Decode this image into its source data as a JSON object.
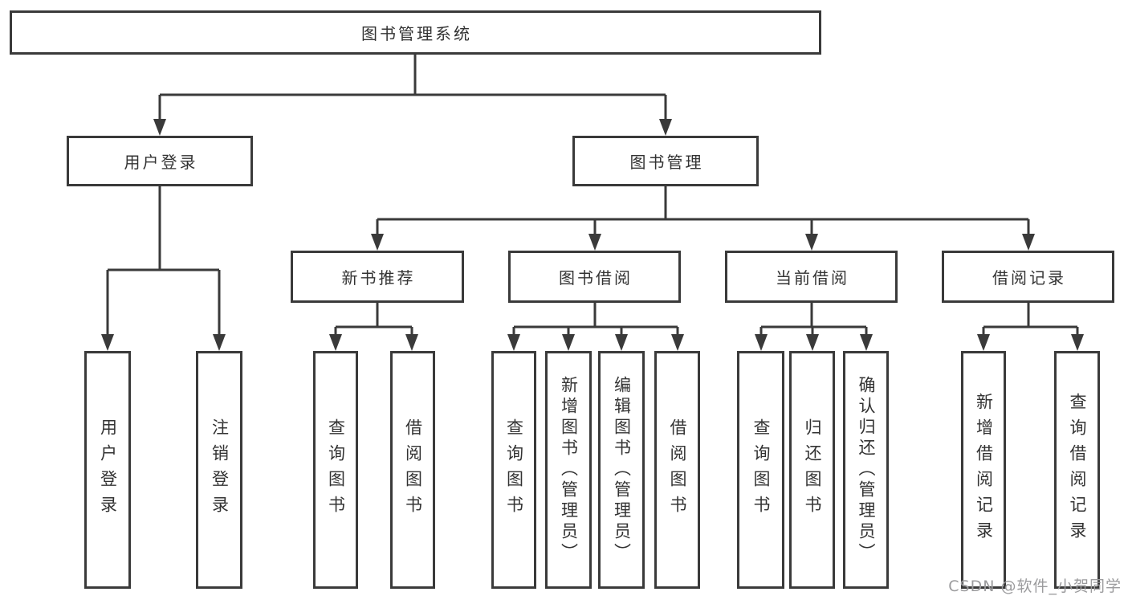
{
  "title": "图书管理系统",
  "watermark": {
    "text": "CSDN @软件_小贺同学",
    "color": "#9b9b9d"
  },
  "colors": {
    "line": "#3a3a3a",
    "box_border": "#3a3a3a",
    "box_fill": "#ffffff",
    "text": "#333333",
    "background": "#ffffff",
    "watermark": "#9b9b9d"
  },
  "tree": {
    "label": "图书管理系统",
    "children": [
      {
        "label": "用户登录",
        "children": [
          {
            "label": "用户登录"
          },
          {
            "label": "注销登录"
          }
        ]
      },
      {
        "label": "图书管理",
        "children": [
          {
            "label": "新书推荐",
            "children": [
              {
                "label": "查询图书"
              },
              {
                "label": "借阅图书"
              }
            ]
          },
          {
            "label": "图书借阅",
            "children": [
              {
                "label": "查询图书"
              },
              {
                "label": "新增图书（管理员）"
              },
              {
                "label": "编辑图书（管理员）"
              },
              {
                "label": "借阅图书"
              }
            ]
          },
          {
            "label": "当前借阅",
            "children": [
              {
                "label": "查询图书"
              },
              {
                "label": "归还图书"
              },
              {
                "label": "确认归还（管理员）"
              }
            ]
          },
          {
            "label": "借阅记录",
            "children": [
              {
                "label": "新增借阅记录"
              },
              {
                "label": "查询借阅记录"
              }
            ]
          }
        ]
      }
    ]
  }
}
